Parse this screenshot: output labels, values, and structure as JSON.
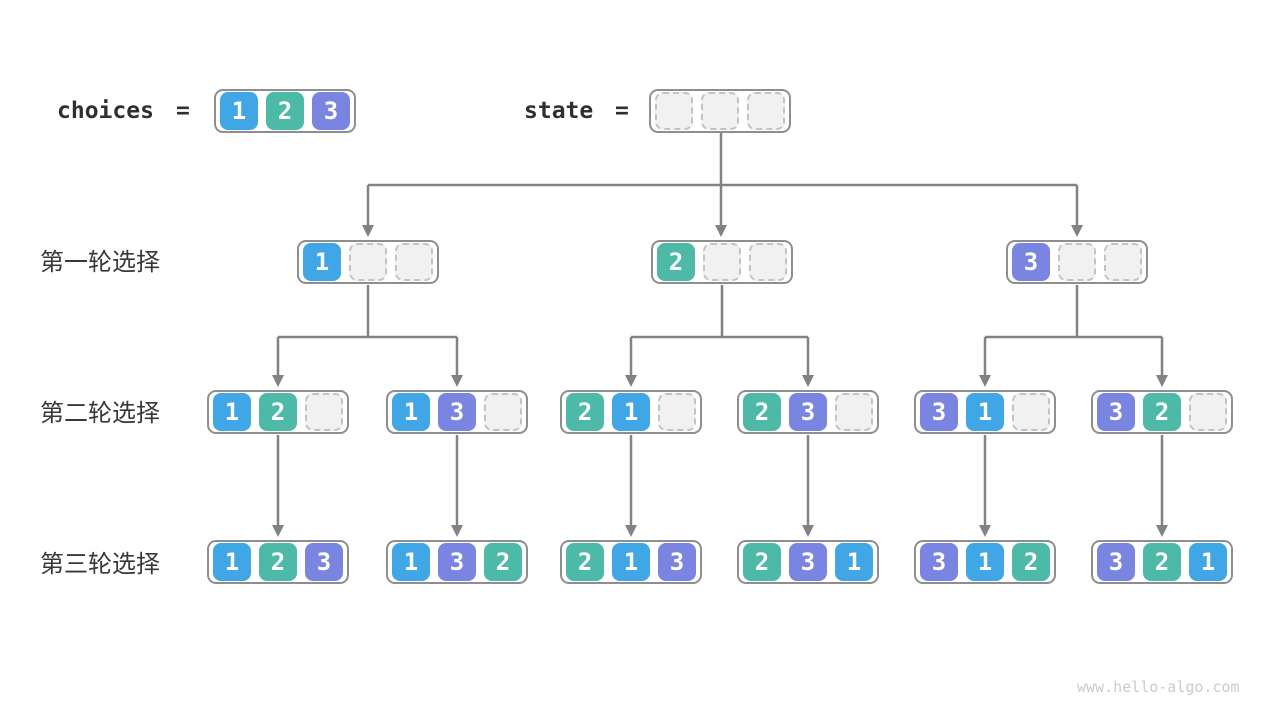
{
  "palette": {
    "1": "#41A6E6",
    "2": "#4CBAA6",
    "3": "#7A85E2"
  },
  "colors": {
    "box_border": "#8E8E8E",
    "empty_slot_fill": "#F1F1F1",
    "empty_slot_border": "#C3C3C3",
    "arrow": "#828282",
    "label_text": "#2F2F2F",
    "watermark_text": "#CBCBCB"
  },
  "header": {
    "choices_label": "choices",
    "equals": "=",
    "choices": [
      1,
      2,
      3
    ],
    "state_label": "state",
    "state": [
      null,
      null,
      null
    ]
  },
  "rows": [
    {
      "label": "第一轮选择",
      "states": [
        [
          1
        ],
        [
          2
        ],
        [
          3
        ]
      ]
    },
    {
      "label": "第二轮选择",
      "states": [
        [
          1,
          2
        ],
        [
          1,
          3
        ],
        [
          2,
          1
        ],
        [
          2,
          3
        ],
        [
          3,
          1
        ],
        [
          3,
          2
        ]
      ]
    },
    {
      "label": "第三轮选择",
      "states": [
        [
          1,
          2,
          3
        ],
        [
          1,
          3,
          2
        ],
        [
          2,
          1,
          3
        ],
        [
          2,
          3,
          1
        ],
        [
          3,
          1,
          2
        ],
        [
          3,
          2,
          1
        ]
      ]
    }
  ],
  "slots_per_box": 3,
  "watermark": "www.hello-algo.com"
}
